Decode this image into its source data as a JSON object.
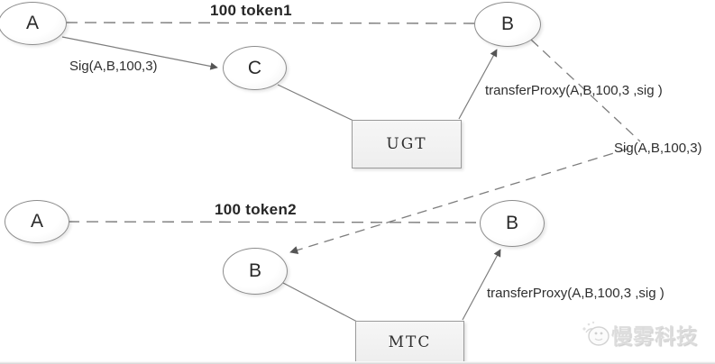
{
  "diagram": {
    "background_color": "#ffffff",
    "line_color": "#7d7d7d",
    "arrow_color": "#555555",
    "nodes": [
      {
        "id": "user-a-top",
        "label": "A"
      },
      {
        "id": "relayer-c",
        "label": "C"
      },
      {
        "id": "user-b-top",
        "label": "B"
      },
      {
        "id": "user-a-bottom",
        "label": "A"
      },
      {
        "id": "user-b-middle",
        "label": "B"
      },
      {
        "id": "user-b-bottom",
        "label": "B"
      }
    ],
    "contracts": [
      {
        "id": "ugt-contract",
        "label": "UGT"
      },
      {
        "id": "mtc-contract",
        "label": "MTC"
      }
    ],
    "labels": {
      "token1": "100 token1",
      "sig_top_left": "Sig(A,B,100,3)",
      "transfer_proxy_top": "transferProxy(A,B,100,3 ,sig  )",
      "sig_right": "Sig(A,B,100,3)",
      "token2": "100 token2",
      "transfer_proxy_bottom": "transferProxy(A,B,100,3 ,sig  )"
    },
    "edges": [
      {
        "from": "A",
        "to": "B",
        "label": "100 token1",
        "style": "dashed"
      },
      {
        "from": "A",
        "to": "C",
        "label": "Sig(A,B,100,3)",
        "style": "solid-arrow"
      },
      {
        "from": "C",
        "to": "UGT",
        "label": "",
        "style": "solid"
      },
      {
        "from": "UGT",
        "to": "B",
        "label": "transferProxy(A,B,100,3 ,sig  )",
        "style": "solid-arrow"
      },
      {
        "from": "B",
        "to": "Sig(A,B,100,3)",
        "label": "",
        "style": "dashed"
      },
      {
        "from": "Sig(A,B,100,3)",
        "to": "B (middle)",
        "label": "",
        "style": "dashed-arrow"
      },
      {
        "from": "A",
        "to": "B",
        "label": "100 token2",
        "style": "dashed"
      },
      {
        "from": "B (middle)",
        "to": "MTC",
        "label": "",
        "style": "solid"
      },
      {
        "from": "MTC",
        "to": "B",
        "label": "transferProxy(A,B,100,3 ,sig  )",
        "style": "solid-arrow"
      }
    ],
    "watermark": {
      "text": "慢雾科技",
      "icon": "slowmist-cloud-logo",
      "color": "#d8d8d8"
    }
  }
}
